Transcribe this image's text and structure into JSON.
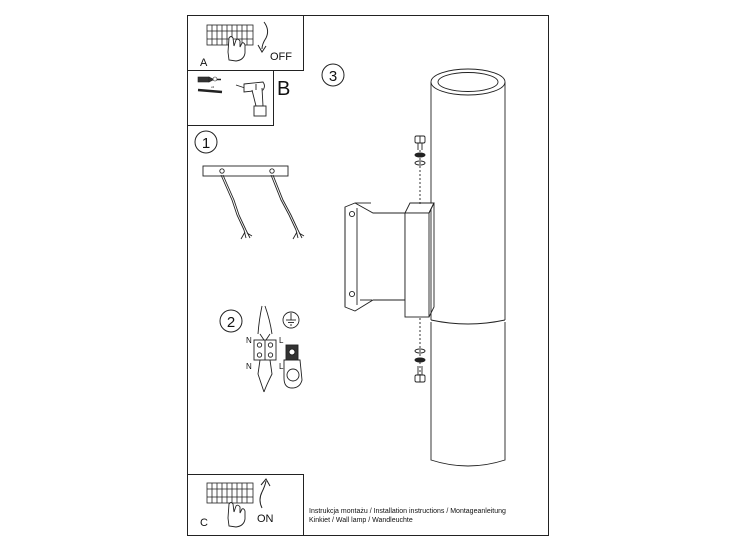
{
  "panels": {
    "a": {
      "letter": "A",
      "action": "OFF"
    },
    "b": {
      "letter": "B"
    },
    "c": {
      "letter": "C",
      "action": "ON"
    }
  },
  "steps": {
    "step1": "1",
    "step2": "2",
    "step3": "3"
  },
  "wiring": {
    "n_top": "N",
    "l_top": "L",
    "n_bottom": "N",
    "l_bottom": "L"
  },
  "footer": {
    "line1": "Instrukcja montażu / Installation instructions / Montageanleitung",
    "line2": "Kinkiet  / Wall lamp / Wandleuchte"
  }
}
